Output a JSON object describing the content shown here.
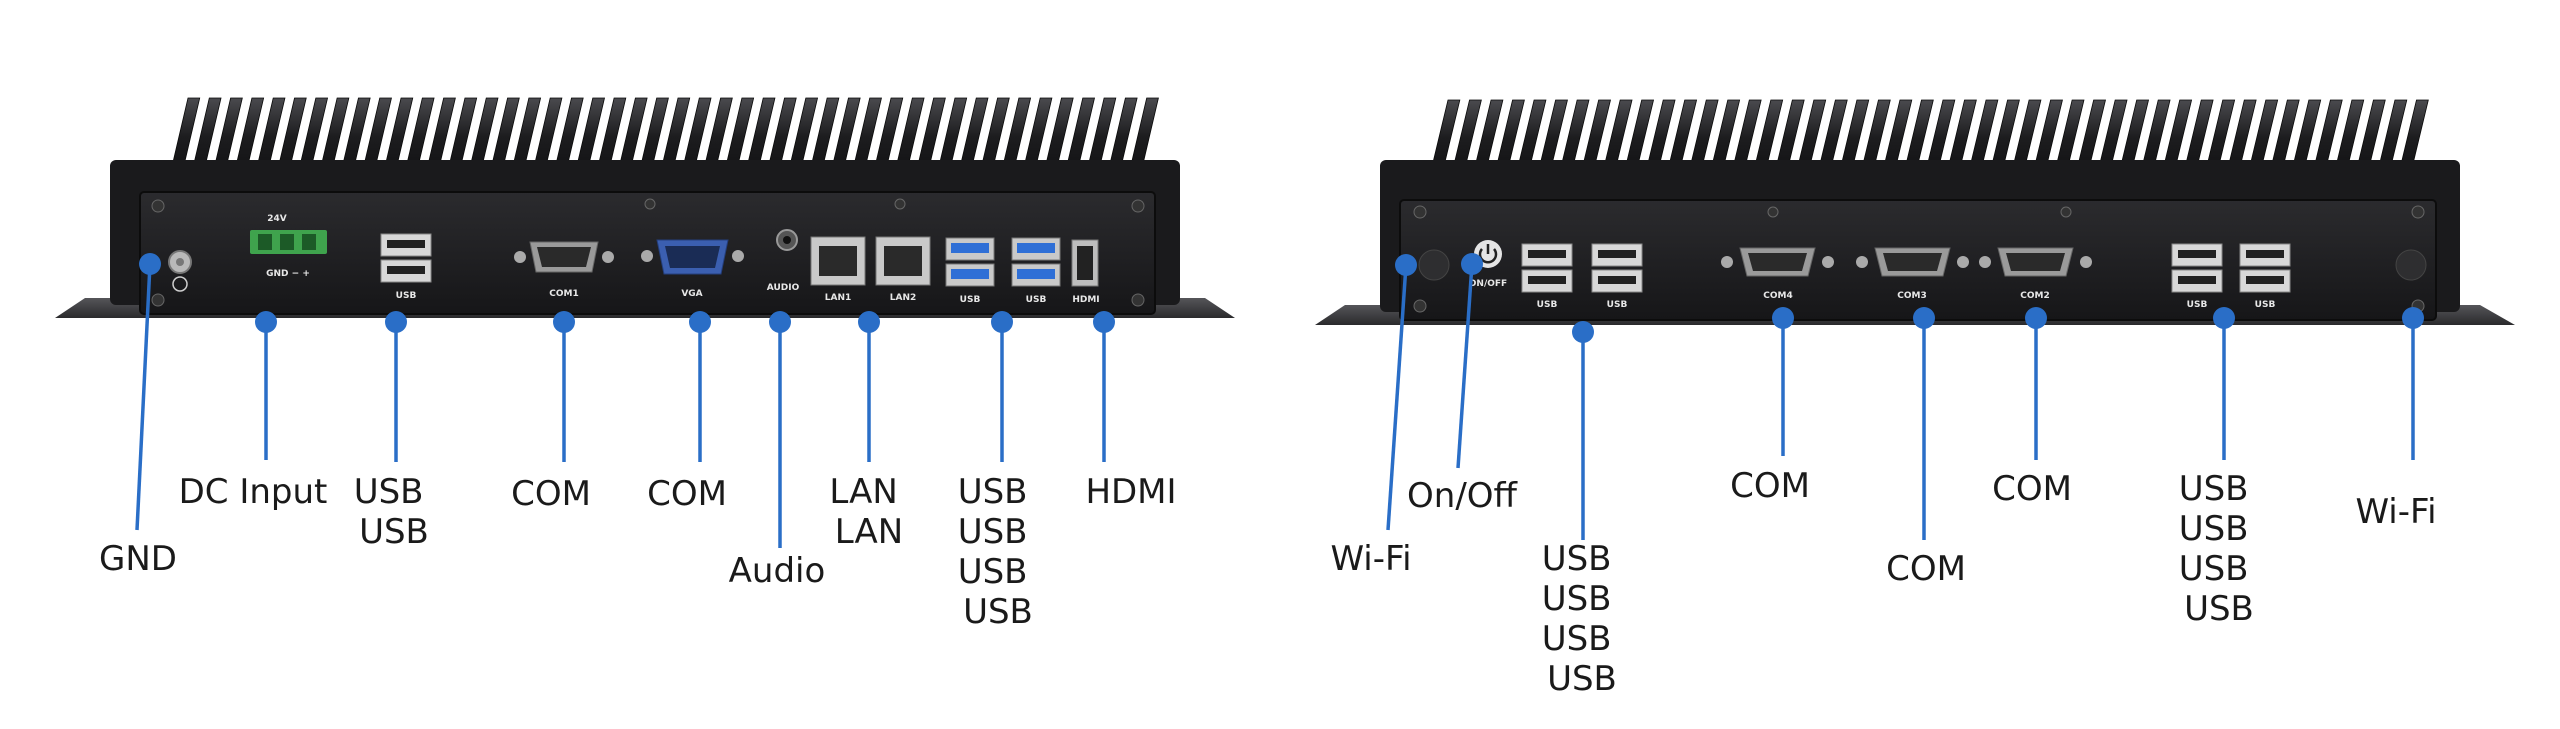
{
  "colors": {
    "accent": "#2a6ec7",
    "chassis": "#1c1c1e",
    "terminal": "#3fa34d",
    "vga": "#3b5fb0",
    "usb3": "#2f6fd6"
  },
  "left_unit": {
    "panel_text": {
      "v24": "24V",
      "gnd_pm": "GND  −  +",
      "usb": "USB",
      "com1": "COM1",
      "vga": "VGA",
      "audio": "AUDIO",
      "lan1": "LAN1",
      "lan2": "LAN2",
      "usb_a": "USB",
      "usb_b": "USB",
      "hdmi": "HDMI"
    },
    "callouts": {
      "gnd": [
        "GND"
      ],
      "dc": [
        "DC Input"
      ],
      "usb2": [
        "USB",
        "USB"
      ],
      "com_a": [
        "COM"
      ],
      "com_b": [
        "COM"
      ],
      "audio": [
        "Audio"
      ],
      "lan": [
        "LAN",
        "LAN"
      ],
      "usb4": [
        "USB",
        "USB",
        "USB",
        "USB"
      ],
      "hdmi": [
        "HDMI"
      ]
    }
  },
  "right_unit": {
    "panel_text": {
      "onoff": "ON/OFF",
      "usb_a": "USB",
      "usb_b": "USB",
      "com4": "COM4",
      "com3": "COM3",
      "com2": "COM2",
      "usb_c": "USB",
      "usb_d": "USB"
    },
    "callouts": {
      "wifi_l": [
        "Wi-Fi"
      ],
      "onoff": [
        "On/Off"
      ],
      "usb4_l": [
        "USB",
        "USB",
        "USB",
        "USB"
      ],
      "com_a": [
        "COM"
      ],
      "com_b": [
        "COM"
      ],
      "com_c": [
        "COM"
      ],
      "usb4_r": [
        "USB",
        "USB",
        "USB",
        "USB"
      ],
      "wifi_r": [
        "Wi-Fi"
      ]
    }
  }
}
